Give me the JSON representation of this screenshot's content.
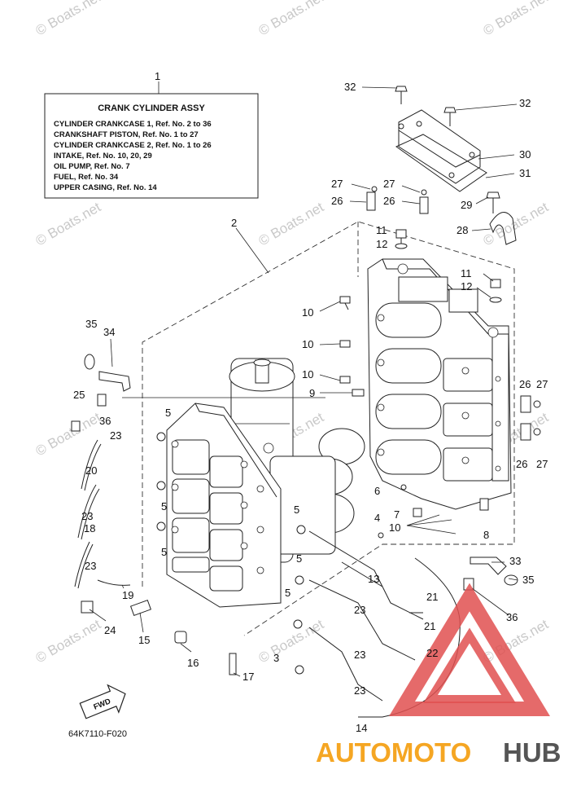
{
  "watermark": "© Boats.net",
  "assembly_box": {
    "title": "CRANK CYLINDER ASSY",
    "lines": [
      "CYLINDER CRANKCASE 1, Ref. No. 2 to 36",
      "CRANKSHAFT PISTON,      Ref. No. 1 to 27",
      "CYLINDER CRANKCASE 2, Ref. No. 1 to 26",
      "INTAKE,      Ref. No. 10, 20, 29",
      "OIL PUMP,   Ref. No. 7",
      "FUEL,          Ref. No. 34",
      "UPPER CASING,  Ref. No. 14"
    ]
  },
  "callouts": [
    "1",
    "2",
    "3",
    "4",
    "5",
    "6",
    "7",
    "8",
    "9",
    "10",
    "11",
    "12",
    "13",
    "14",
    "15",
    "16",
    "17",
    "18",
    "19",
    "20",
    "21",
    "22",
    "23",
    "24",
    "25",
    "26",
    "27",
    "28",
    "29",
    "30",
    "31",
    "32",
    "33",
    "34",
    "35",
    "36"
  ],
  "fwd_label": "FWD",
  "diagram_code": "64K7110-F020",
  "logo": {
    "part1": "AUTOMOTO",
    "part2": "HUB",
    "color1": "#f5a623",
    "color2": "#555555",
    "triangle_color": "#e05050"
  }
}
